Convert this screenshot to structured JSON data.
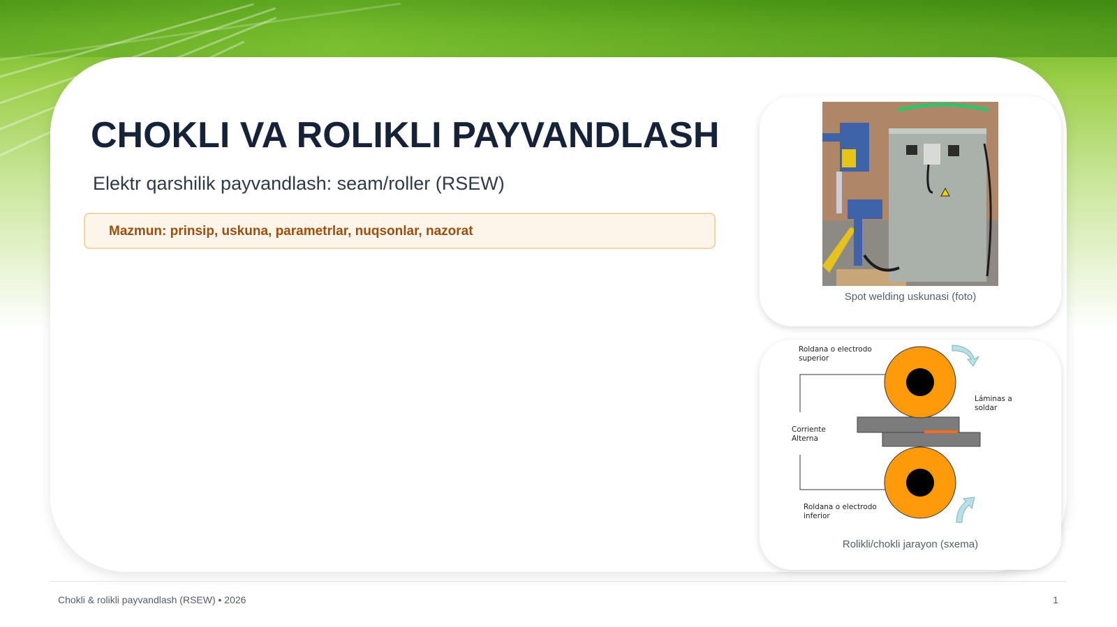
{
  "slide": {
    "title": "CHOKLI VA ROLIKLI PAYVANDLASH",
    "subtitle": "Elektr qarshilik payvandlash: seam/roller (RSEW)",
    "notice": "Mazmun: prinsip, uskuna, parametrlar, nuqsonlar, nazorat"
  },
  "photo_card": {
    "caption": "Spot welding uskunasi (foto)"
  },
  "diagram_card": {
    "caption": "Rolikli/chokli jarayon (sxema)",
    "labels": {
      "upper_1": "Roldana o electrodo",
      "upper_2": "superior",
      "sheets_1": "Láminas a",
      "sheets_2": "soldar",
      "current_1": "Corriente",
      "current_2": "Alterna",
      "lower_1": "Roldana o electrodo",
      "lower_2": "inferior"
    }
  },
  "footer": {
    "left": "Chokli & rolikli payvandlash (RSEW) • 2026",
    "page_number": "1"
  },
  "colors": {
    "accent_green": "#78be2e",
    "title": "#162238",
    "notice_text": "#9a4e0f",
    "notice_bg": "#fdf5ea",
    "roller_orange": "#ff9a0a"
  }
}
